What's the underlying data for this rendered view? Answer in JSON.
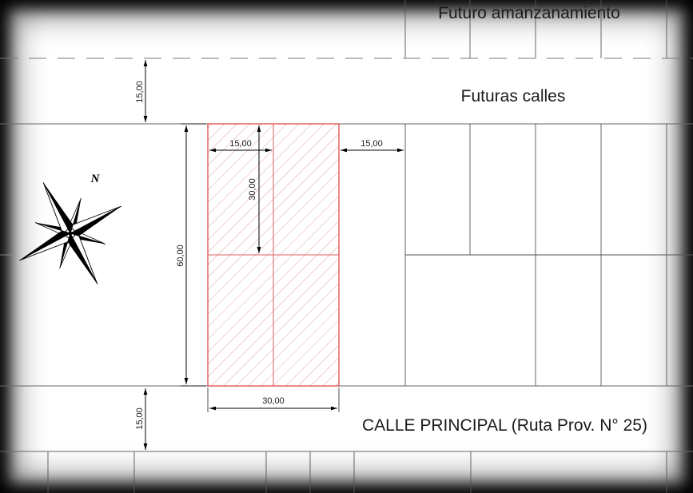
{
  "labels": {
    "future_blocks": "Futuro amanzanamiento",
    "future_streets": "Futuras calles",
    "main_street": "CALLE PRINCIPAL (Ruta Prov. N° 25)",
    "north": "N"
  },
  "dimensions": {
    "top_street_width": "15,00",
    "bottom_street_width": "15,00",
    "lot_depth": "60,00",
    "lot_width": "30,00",
    "sub_width": "15,00",
    "sub_depth": "30,00",
    "side_street_width": "15,00"
  },
  "colors": {
    "lot_outline": "#e03c3c",
    "hatch": "#d77",
    "lines": "#555555",
    "dashed_line": "#777777"
  }
}
